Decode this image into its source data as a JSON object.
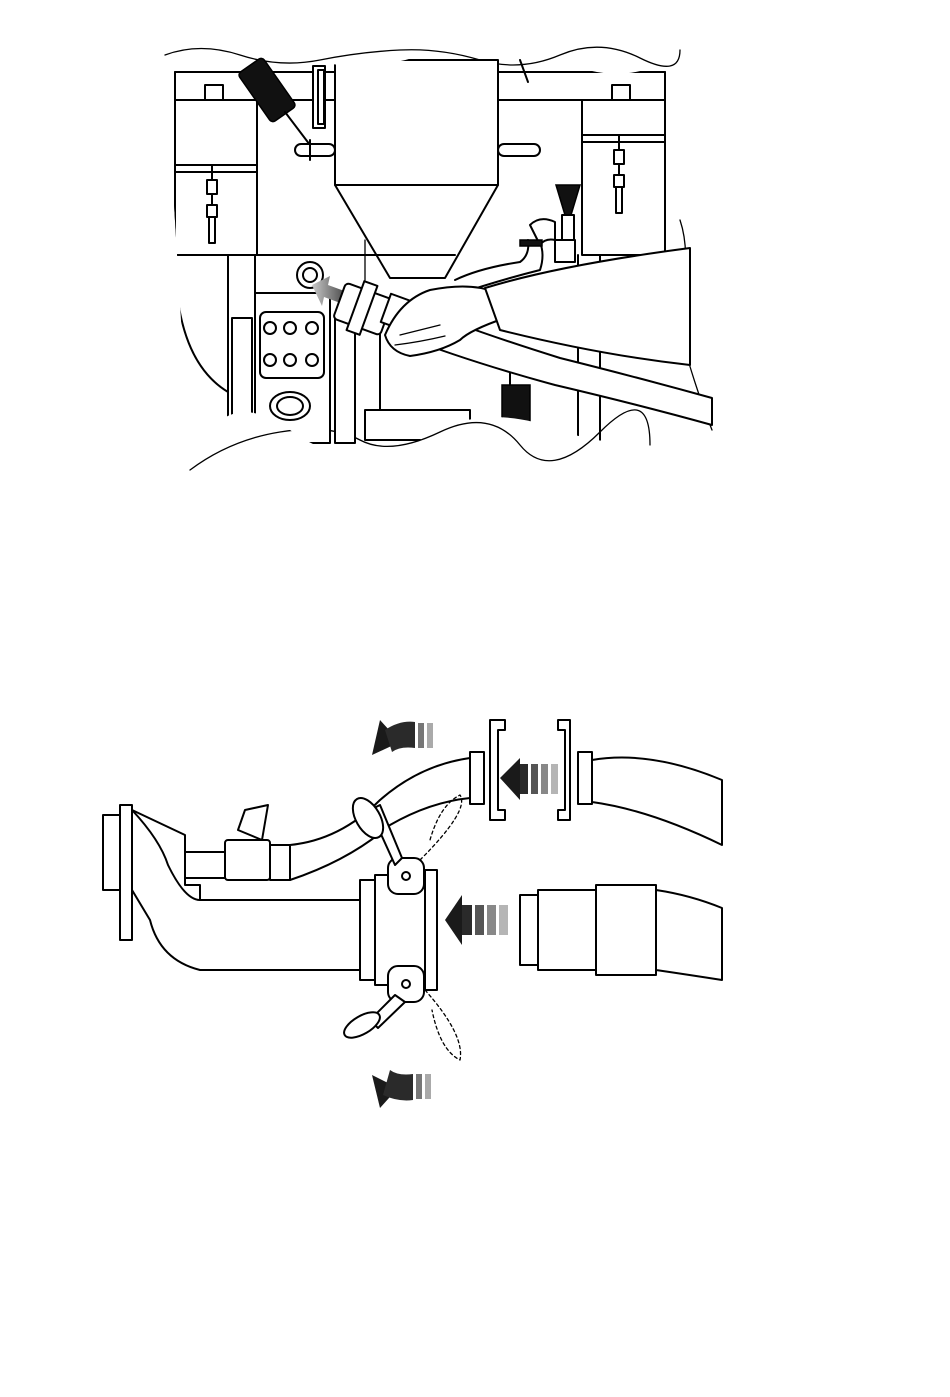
{
  "figures": [
    {
      "id": "fig-top",
      "subject": "machine-hose-coupling-connection"
    },
    {
      "id": "fig-bottom",
      "subject": "coupling-assembly-detail"
    }
  ],
  "colors": {
    "line": "#000000",
    "fill": "#ffffff",
    "arrow_dark": "#1a1a1a",
    "arrow_light": "#bdbdbd"
  }
}
